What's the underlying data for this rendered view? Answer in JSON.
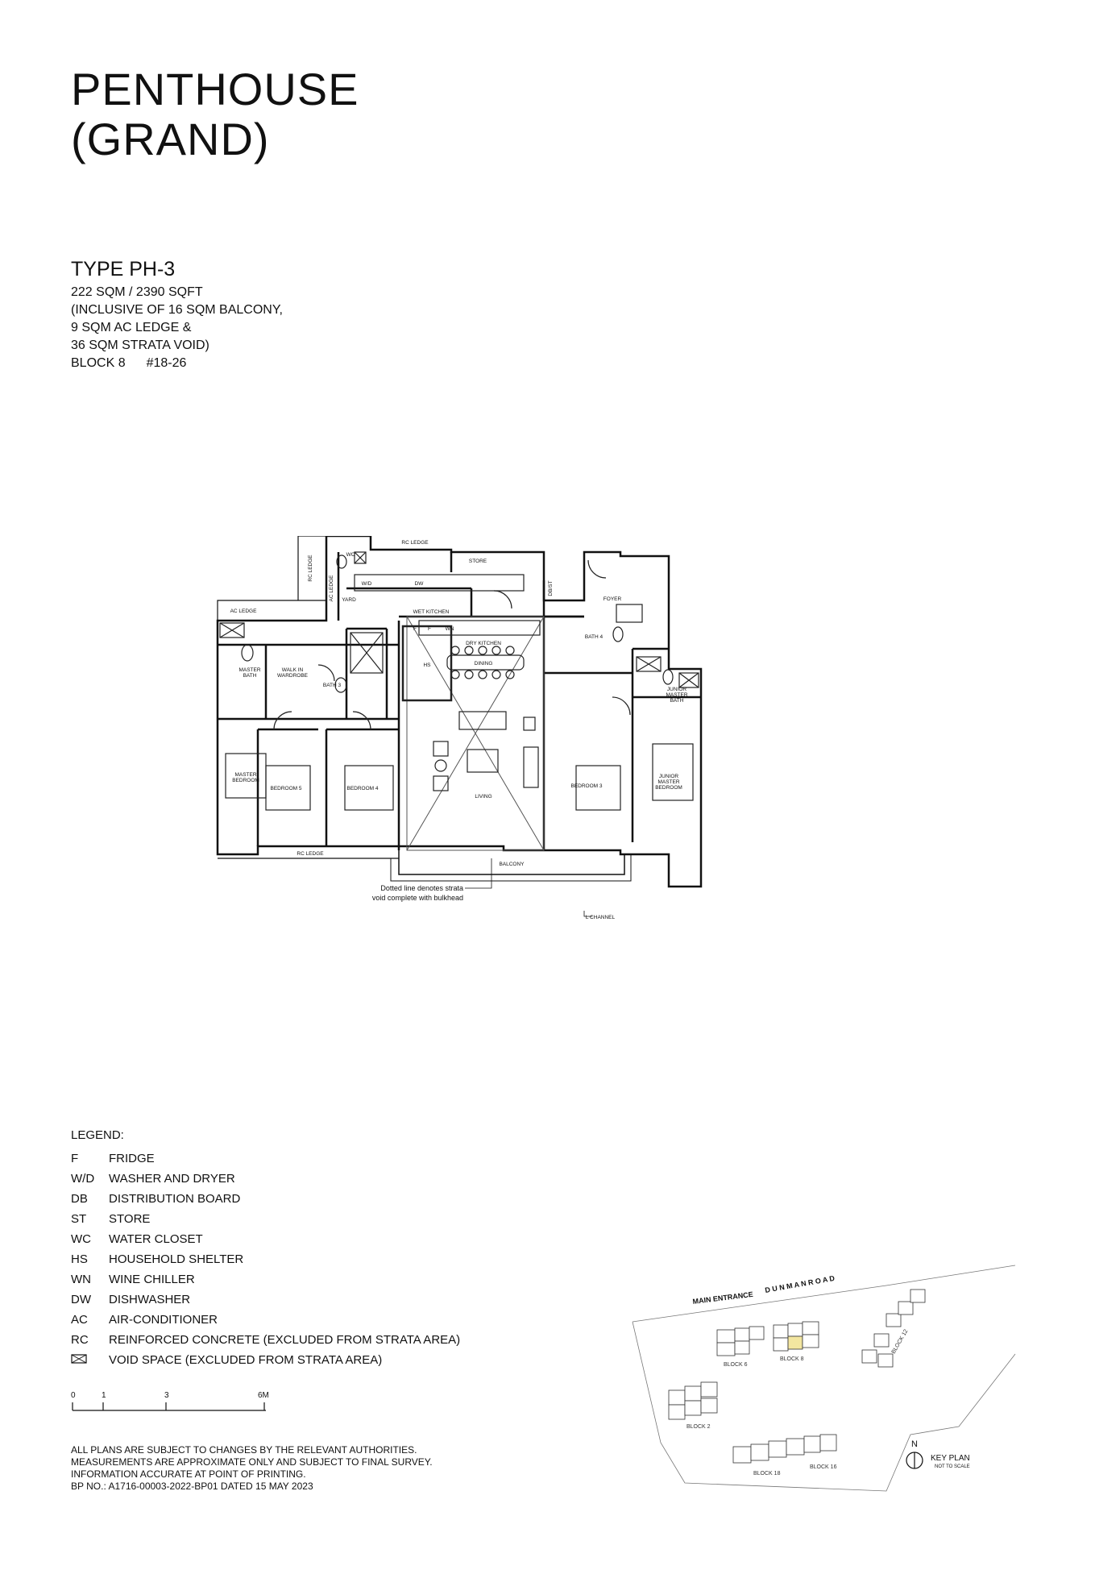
{
  "header": {
    "title_line1": "PENTHOUSE",
    "title_line2": "(GRAND)"
  },
  "unit": {
    "type": "TYPE PH-3",
    "area": "222 SQM / 2390 SQFT",
    "inclusion_1": "(INCLUSIVE OF 16 SQM BALCONY,",
    "inclusion_2": "9 SQM AC LEDGE &",
    "inclusion_3": "36 SQM STRATA VOID)",
    "block": "BLOCK 8",
    "unit_no": "#18-26"
  },
  "plan_labels": {
    "rc_ledge_top": "RC LEDGE",
    "rc_ledge_left": "RC LEDGE",
    "ac_ledge_vertical": "AC LEDGE",
    "wc": "WC",
    "store": "STORE",
    "wd": "W/D",
    "dw": "DW",
    "yard": "YARD",
    "dbst": "DB/ST",
    "foyer": "FOYER",
    "wet_kitchen": "WET KITCHEN",
    "ac_ledge": "AC LEDGE",
    "f1": "F",
    "f2": "F",
    "wn": "WN",
    "bath4": "BATH 4",
    "master_bath_1": "MASTER",
    "master_bath_2": "BATH",
    "walk_in_1": "WALK IN",
    "walk_in_2": "WARDROBE",
    "bath3": "BATH 3",
    "hs": "HS",
    "dry_kitchen": "DRY KITCHEN",
    "dining": "DINING",
    "junior_bath_1": "JUNIOR",
    "junior_bath_2": "MASTER",
    "junior_bath_3": "BATH",
    "master_bed_1": "MASTER",
    "master_bed_2": "BEDROOM",
    "bedroom5": "BEDROOM 5",
    "bedroom4": "BEDROOM 4",
    "living": "LIVING",
    "bedroom3": "BEDROOM 3",
    "junior_bed_1": "JUNIOR",
    "junior_bed_2": "MASTER",
    "junior_bed_3": "BEDROOM",
    "rc_ledge_bottom": "RC LEDGE",
    "balcony": "BALCONY",
    "note_1": "Dotted line denotes strata",
    "note_2": "void complete with bulkhead",
    "l_channel": "L CHANNEL"
  },
  "legend": {
    "title": "LEGEND:",
    "items": [
      {
        "abbr": "F",
        "desc": "FRIDGE"
      },
      {
        "abbr": "W/D",
        "desc": "WASHER AND DRYER"
      },
      {
        "abbr": "DB",
        "desc": "DISTRIBUTION BOARD"
      },
      {
        "abbr": "ST",
        "desc": "STORE"
      },
      {
        "abbr": "WC",
        "desc": "WATER CLOSET"
      },
      {
        "abbr": "HS",
        "desc": "HOUSEHOLD SHELTER"
      },
      {
        "abbr": "WN",
        "desc": "WINE CHILLER"
      },
      {
        "abbr": "DW",
        "desc": "DISHWASHER"
      },
      {
        "abbr": "AC",
        "desc": "AIR-CONDITIONER"
      },
      {
        "abbr": "RC",
        "desc": "REINFORCED CONCRETE (EXCLUDED FROM STRATA AREA)"
      },
      {
        "abbr": "",
        "desc": "VOID SPACE (EXCLUDED FROM STRATA AREA)"
      }
    ]
  },
  "scale_bar": {
    "t0": "0",
    "t1": "1",
    "t3": "3",
    "t6": "6M"
  },
  "notes": {
    "line1": "ALL PLANS ARE SUBJECT TO CHANGES BY THE RELEVANT AUTHORITIES.",
    "line2": "MEASUREMENTS ARE APPROXIMATE ONLY AND SUBJECT TO FINAL SURVEY.",
    "line3": "INFORMATION ACCURATE AT POINT OF PRINTING.",
    "line4": "BP NO.: A1716-00003-2022-BP01 DATED 15 MAY 2023"
  },
  "key_plan": {
    "main_entrance": "MAIN ENTRANCE",
    "road": "D U N M A N   R O A D",
    "block6": "BLOCK 6",
    "block8": "BLOCK 8",
    "block2": "BLOCK 2",
    "block12": "BLOCK 12",
    "block16": "BLOCK 16",
    "block18": "BLOCK 18",
    "north": "N",
    "title": "KEY PLAN",
    "subtitle": "NOT TO SCALE",
    "highlight_color": "#f3e6a0"
  }
}
